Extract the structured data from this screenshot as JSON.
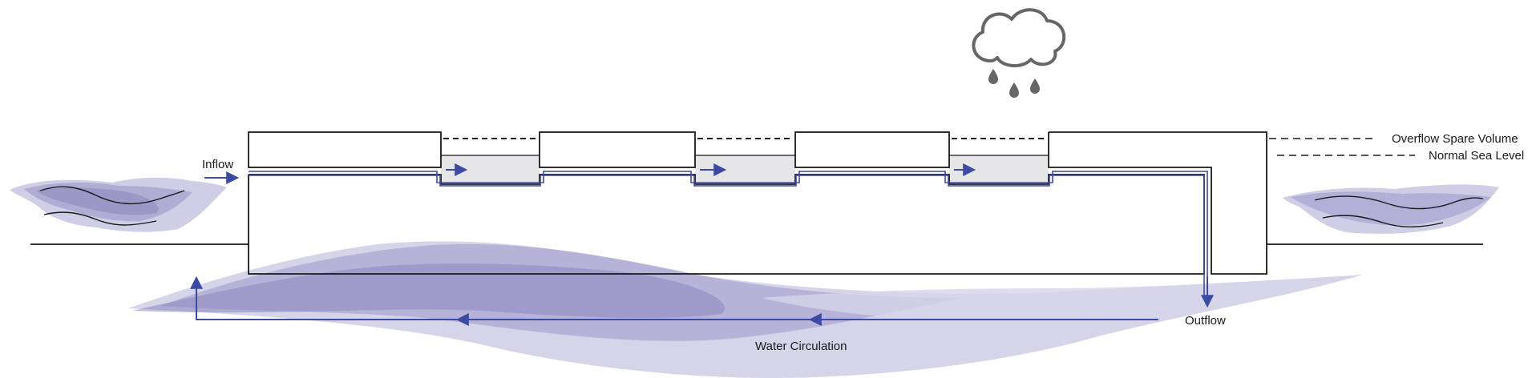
{
  "labels": {
    "inflow": "Inflow",
    "outflow": "Outflow",
    "water_circulation": "Water Circulation"
  },
  "legend": {
    "overflow": "Overflow Spare Volume",
    "normal": "Normal Sea Level"
  },
  "colors": {
    "flow_blue": "#3b4aa3",
    "water_light": "#c8c6e2",
    "water_mid": "#a9a4d0",
    "water_dark": "#8c86bd",
    "basin_fill": "#e6e6e9",
    "line": "#1a1a1a",
    "cloud": "#666666"
  }
}
